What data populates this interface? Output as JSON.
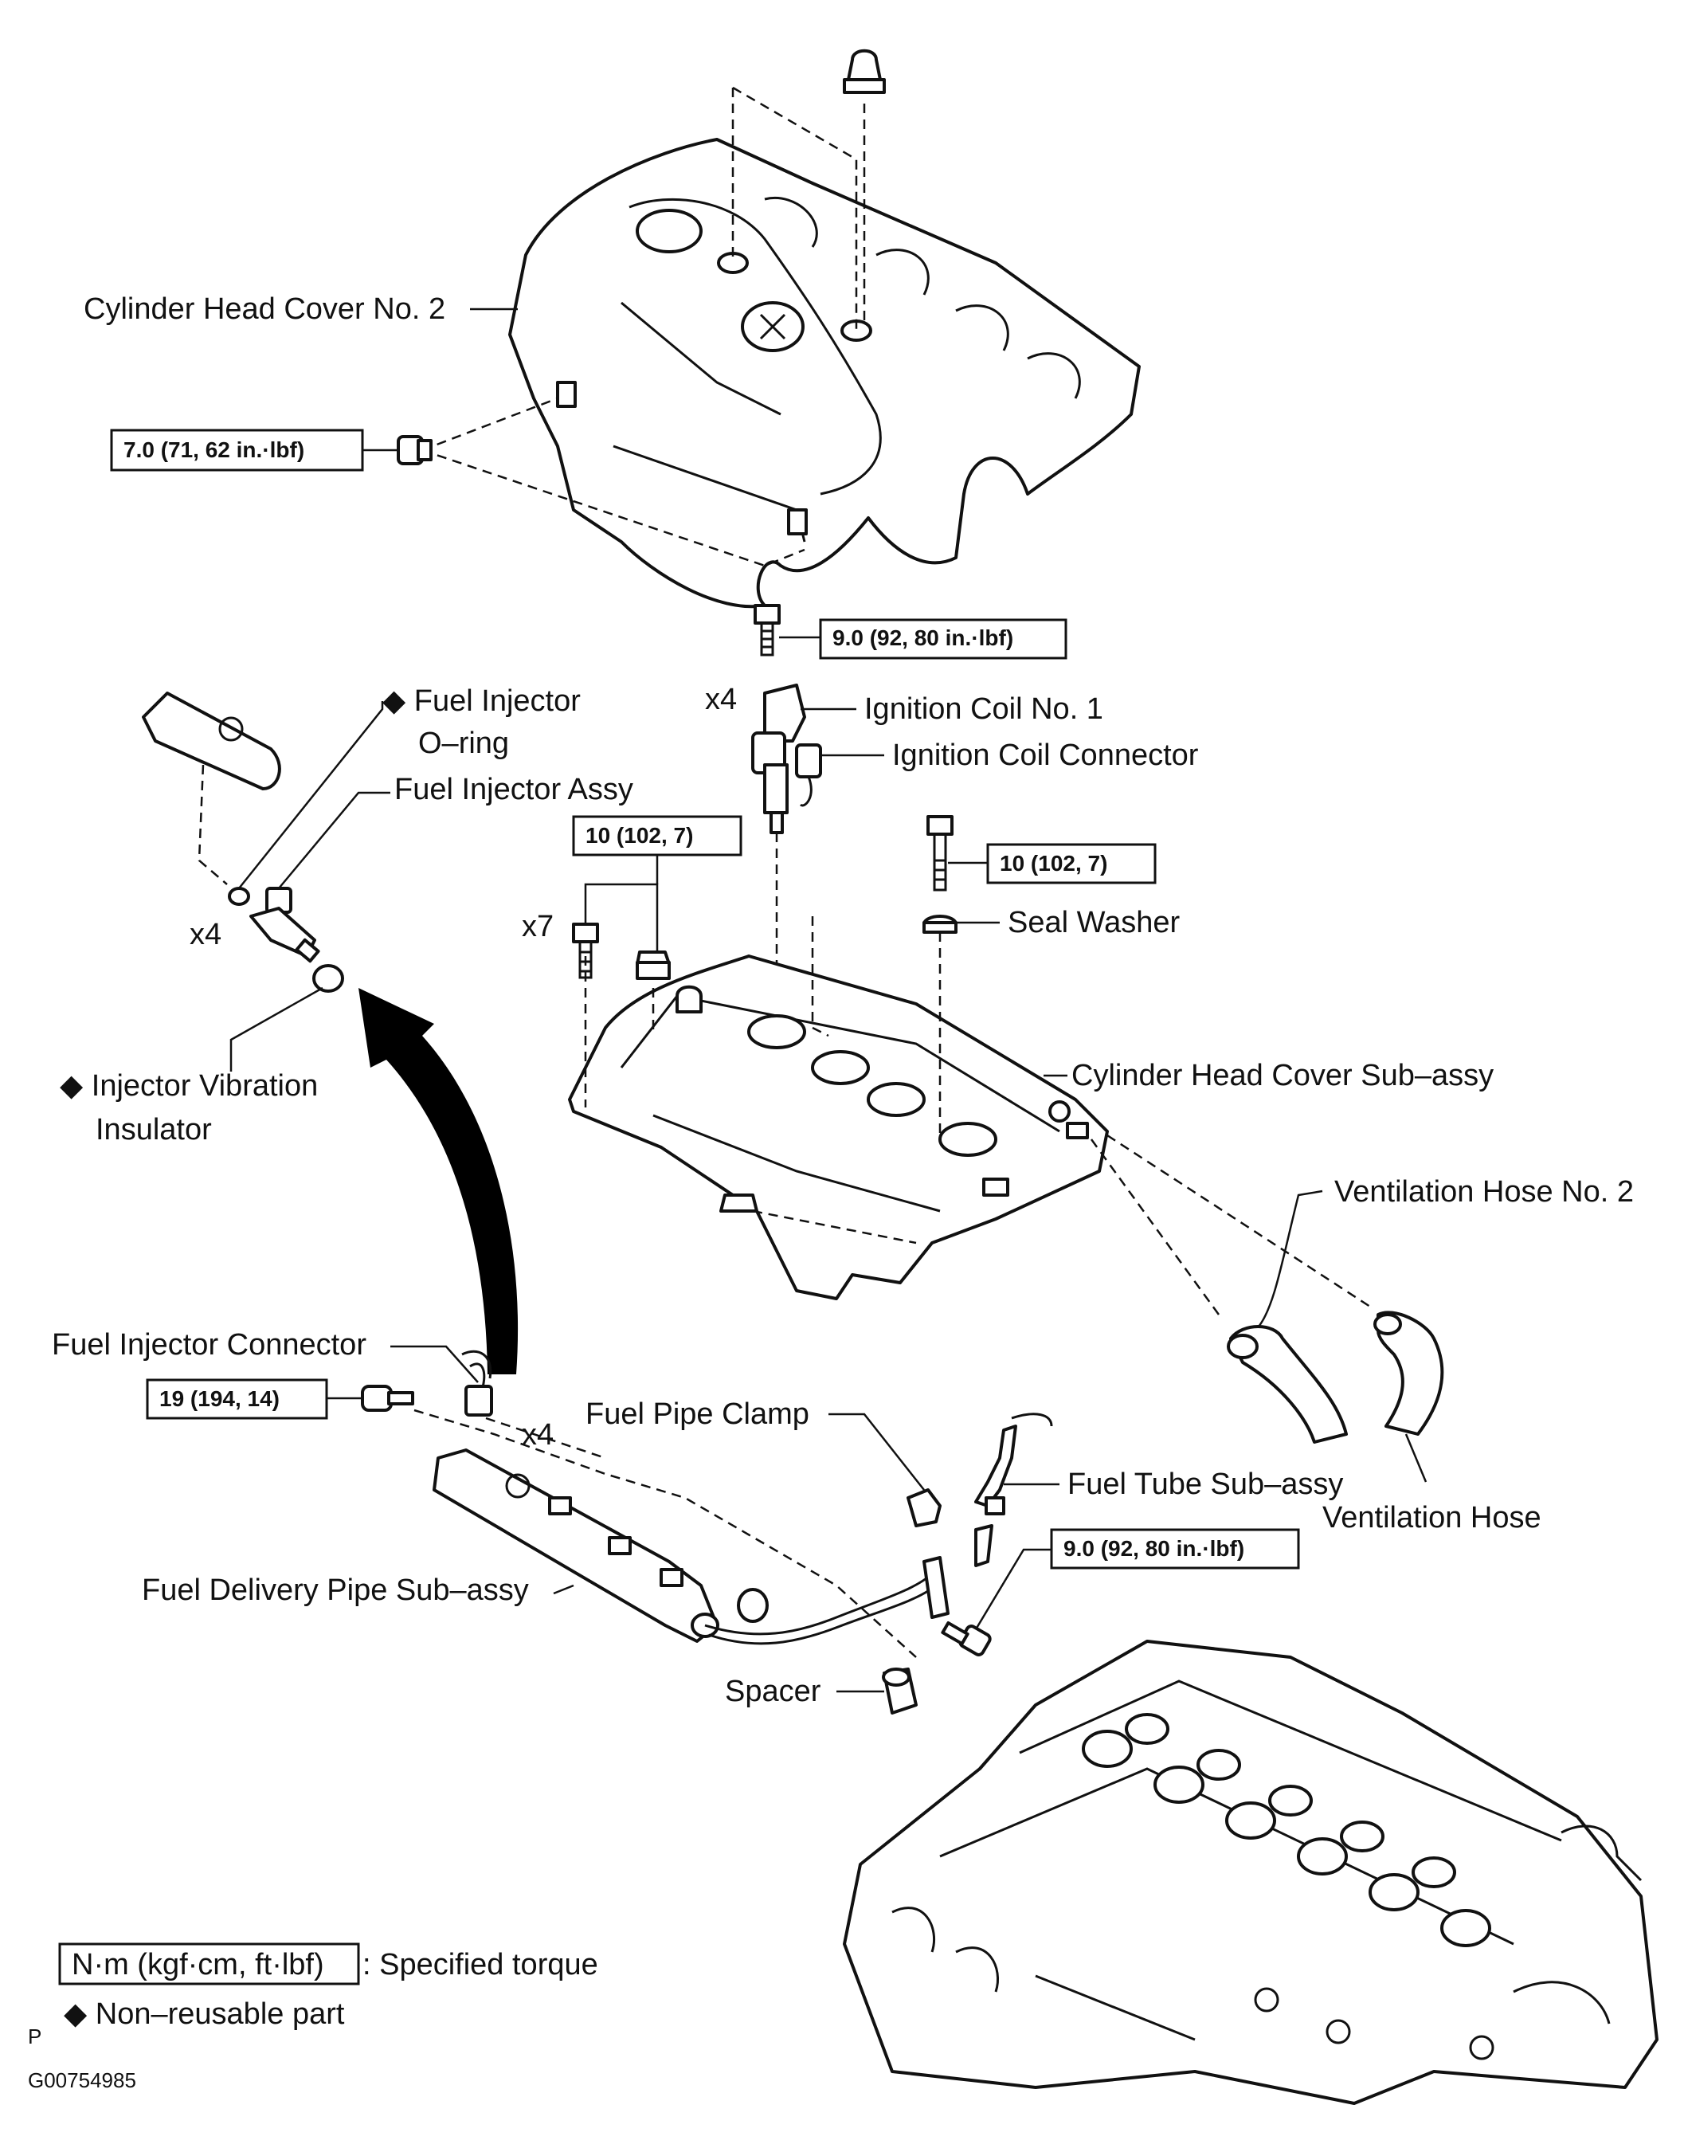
{
  "labels": {
    "cover2": "Cylinder Head Cover No. 2",
    "inj_oring": "◆ Fuel Injector",
    "inj_oring2": "O–ring",
    "inj_assy": "Fuel Injector Assy",
    "x4_inj": "x4",
    "vib1": "◆ Injector Vibration",
    "vib2": "Insulator",
    "coil": "Ignition Coil No. 1",
    "coil_conn": "Ignition Coil Connector",
    "x4_coil": "x4",
    "x7": "x7",
    "seal_washer": "Seal Washer",
    "head_cover": "Cylinder Head Cover Sub–assy",
    "vent2": "Ventilation Hose No. 2",
    "vent": "Ventilation Hose",
    "inj_conn": "Fuel Injector Connector",
    "x4_conn": "x4",
    "pipe_clamp": "Fuel Pipe Clamp",
    "fuel_tube": "Fuel Tube Sub–assy",
    "delivery": "Fuel Delivery Pipe Sub–assy",
    "spacer": "Spacer"
  },
  "torques": {
    "cover_nut": "7.0 (71, 62 in.·lbf)",
    "coil_bolt": "9.0 (92, 80 in.·lbf)",
    "cover_bolt": "10 (102, 7)",
    "seal_bolt": "10 (102, 7)",
    "delivery_bolt": "19 (194, 14)",
    "tube_bolt": "9.0 (92, 80 in.·lbf)"
  },
  "legend": {
    "torque_unit": "N·m (kgf·cm, ft·lbf)",
    "torque_text": ": Specified torque",
    "nonreusable": "◆ Non–reusable part"
  },
  "footer": {
    "p": "P",
    "code": "G00754985"
  }
}
